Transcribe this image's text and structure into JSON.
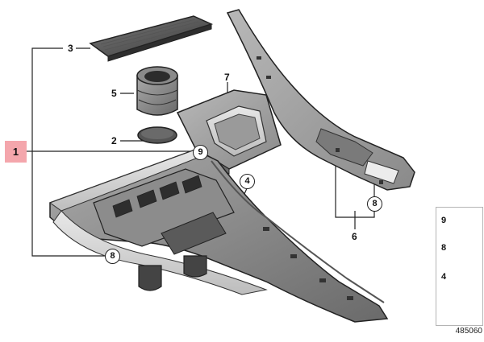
{
  "callouts": {
    "main": "1",
    "c2": "2",
    "c3": "3",
    "c4": "4",
    "c5": "5",
    "c6": "6",
    "c7": "7",
    "c8_left": "8",
    "c8_right": "8",
    "c9": "9"
  },
  "legend": {
    "items": [
      "9",
      "8",
      "4"
    ]
  },
  "diagram_id": "485060",
  "colors": {
    "highlight": "#f4a6ac",
    "part_fill": "#c9c9c9",
    "part_dark": "#6e6e6e",
    "line": "#222222"
  }
}
